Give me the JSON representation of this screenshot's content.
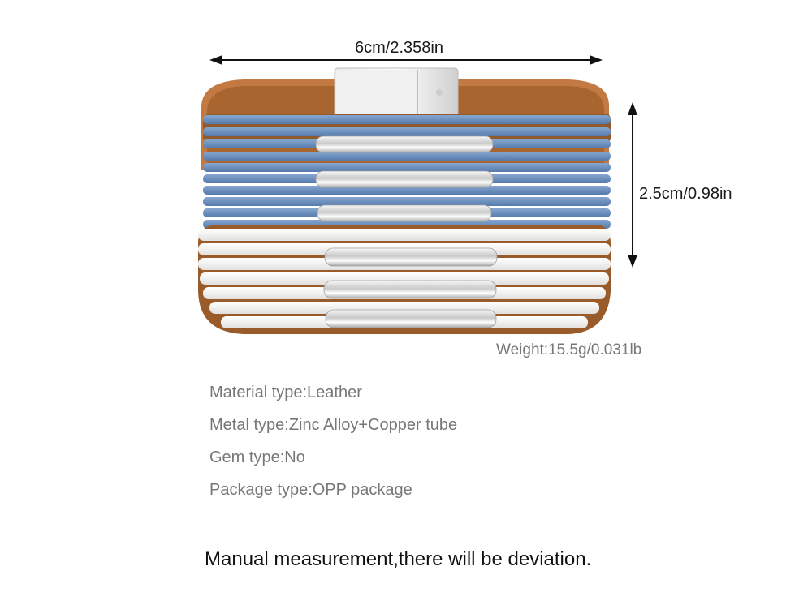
{
  "dimensions": {
    "width_label": "6cm/2.358in",
    "height_label": "2.5cm/0.98in",
    "weight_label": "Weight:15.5g/0.031lb"
  },
  "specs": [
    "Material type:Leather",
    "Metal type:Zinc Alloy+Copper tube",
    "Gem type:No",
    "Package type:OPP package"
  ],
  "note": "Manual measurement,there will be deviation.",
  "colors": {
    "leather_blue": "#6b8fbf",
    "leather_white": "#f3f1ef",
    "leather_brown": "#b06a35",
    "metal_silver": "#d9d9d9"
  }
}
